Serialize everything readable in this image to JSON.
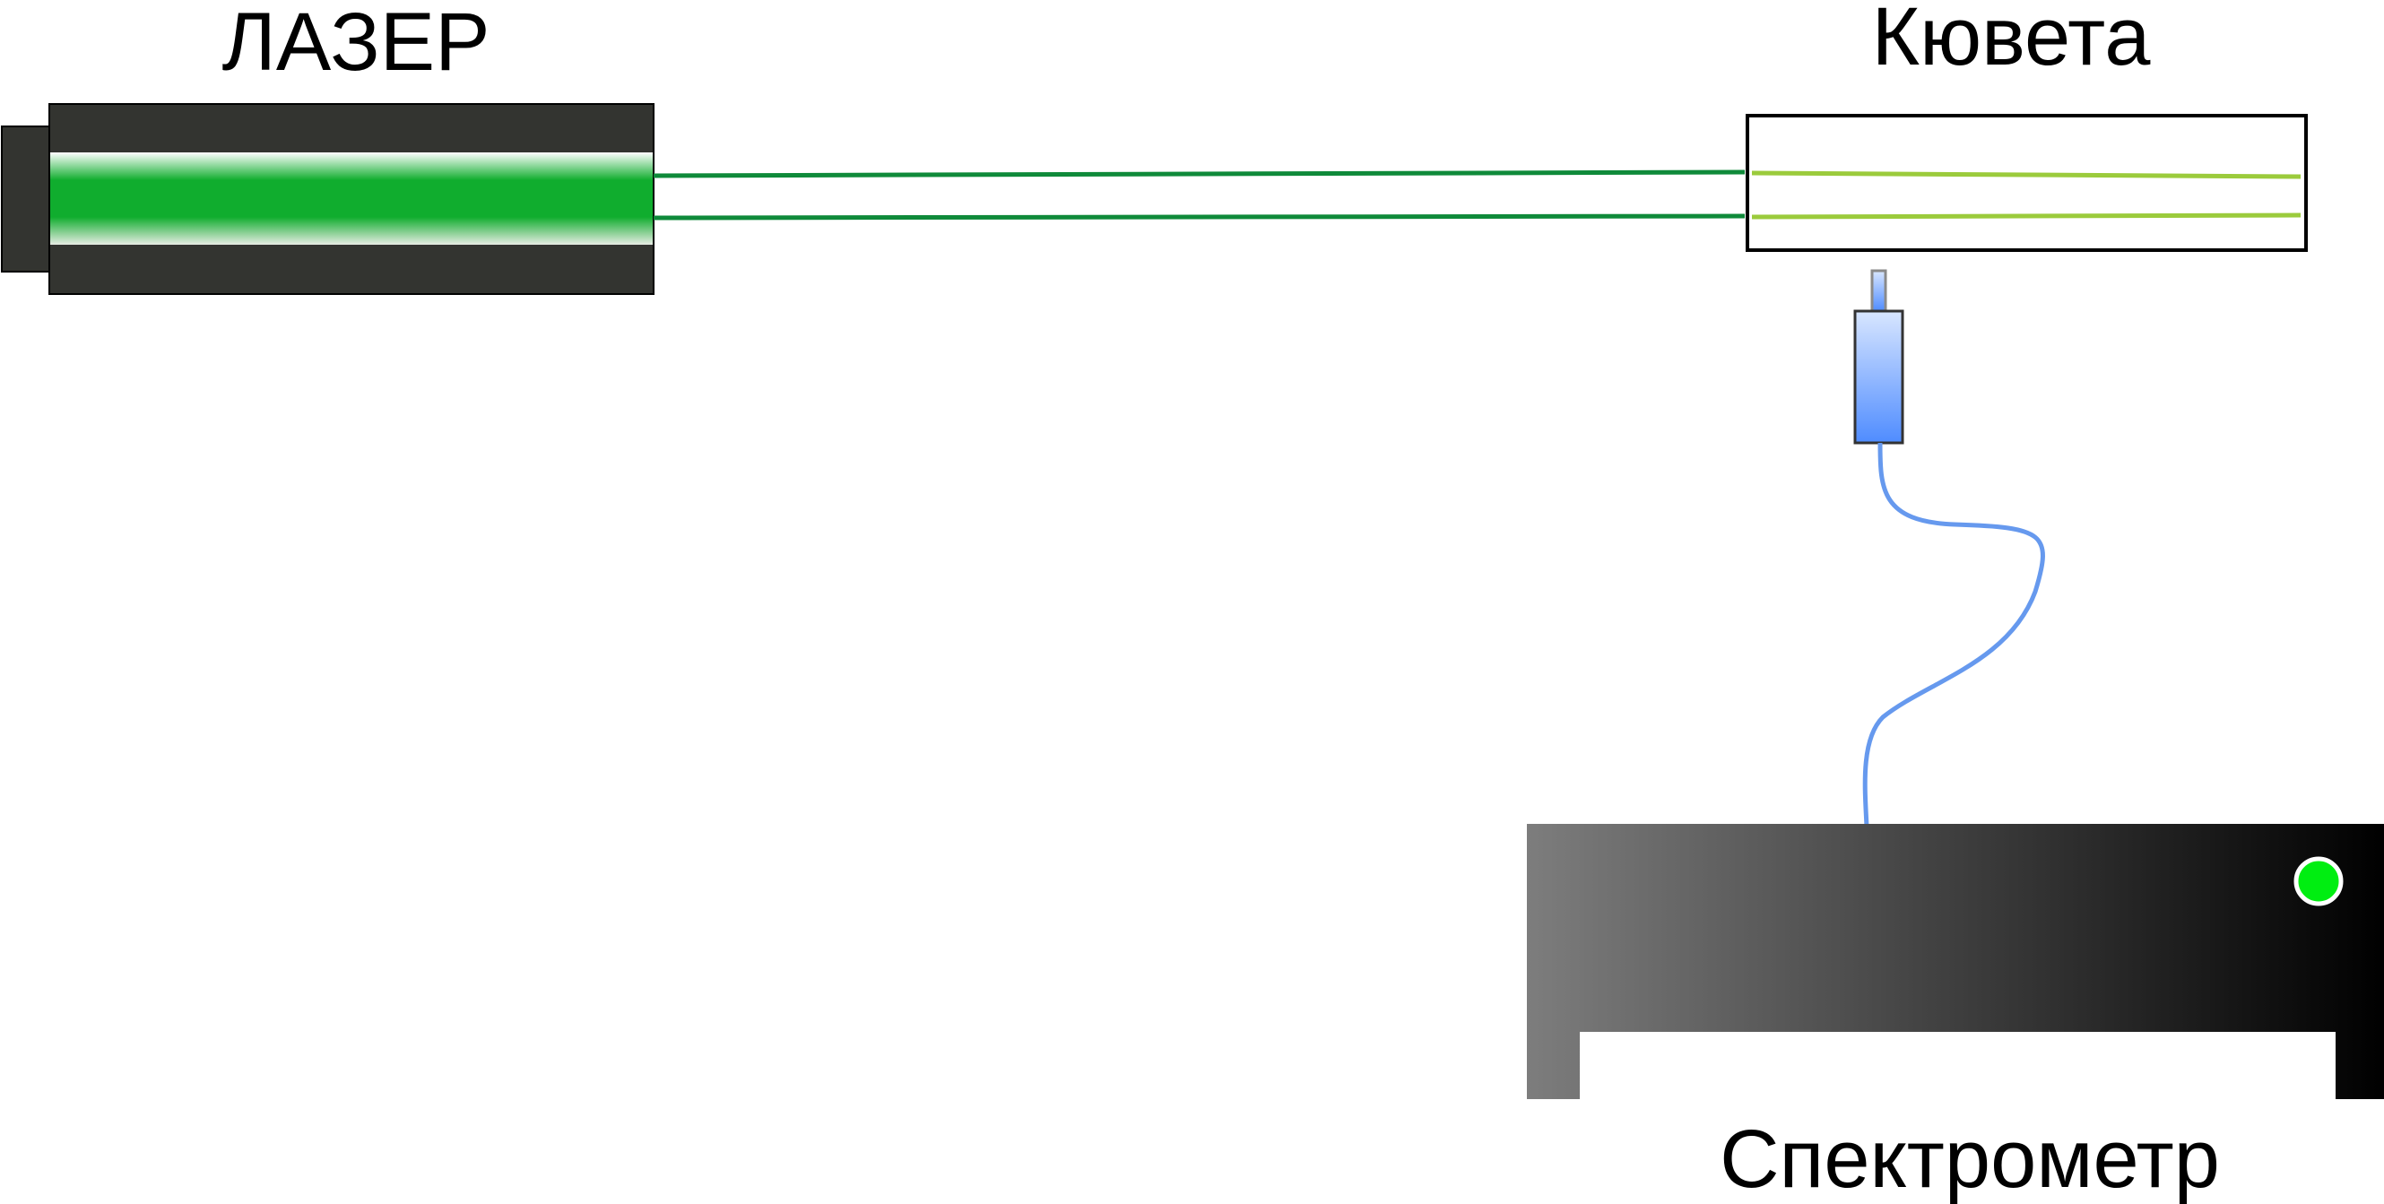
{
  "labels": {
    "laser": "ЛАЗЕР",
    "cuvette": "Кювета",
    "spectrometer": "Спектрометр"
  },
  "colors": {
    "laser_body": "#333430",
    "laser_beam_core": "#10ad2e",
    "beam_outside": "#0f8a3a",
    "beam_inside_cuvette": "#9bcb3c",
    "fiber": "#6699ee",
    "probe_top": "#cfe0ff",
    "probe_bottom": "#4f8cff",
    "spectrometer_light": "#7d7d7d",
    "spectrometer_dark": "#000000",
    "indicator_led": "#00ee11"
  },
  "icons": {
    "laser": "laser-device",
    "cuvette": "cuvette",
    "probe": "fiber-probe",
    "spectrometer": "spectrometer-device",
    "indicator": "status-led"
  }
}
